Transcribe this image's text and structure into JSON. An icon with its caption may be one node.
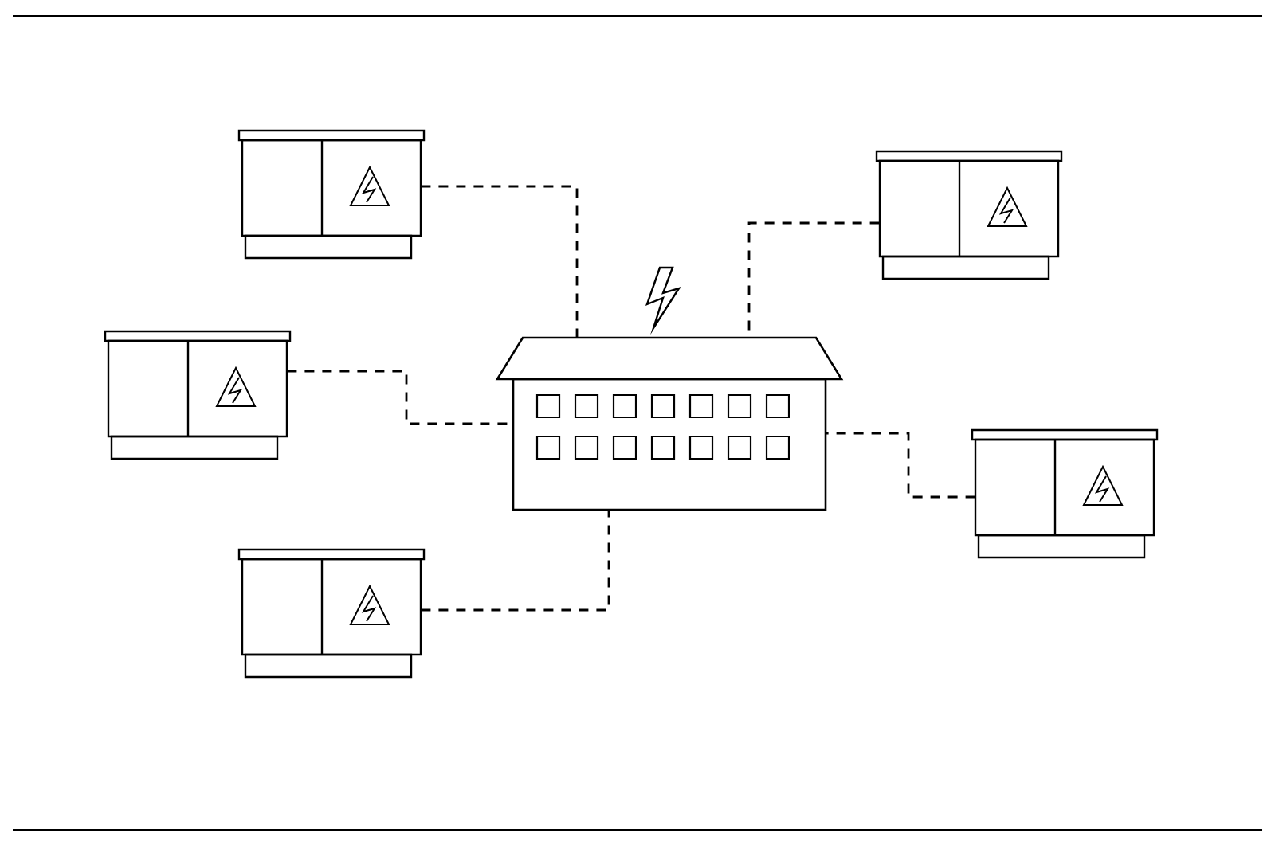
{
  "diagram": {
    "nodes": [
      {
        "text": [],
        "shape": "building"
      },
      {
        "text": [],
        "shape": "cabinet"
      },
      {
        "text": [],
        "shape": "cabinet"
      },
      {
        "text": [],
        "shape": "cabinet"
      },
      {
        "text": [],
        "shape": "cabinet"
      },
      {
        "text": [],
        "shape": "cabinet"
      }
    ],
    "edges": [
      {
        "from": 1,
        "to": 0,
        "arrow": "none",
        "style": "dashed"
      },
      {
        "from": 2,
        "to": 0,
        "arrow": "none",
        "style": "dashed"
      },
      {
        "from": 3,
        "to": 0,
        "arrow": "none",
        "style": "dashed"
      },
      {
        "from": 4,
        "to": 0,
        "arrow": "none",
        "style": "dashed"
      },
      {
        "from": 5,
        "to": 0,
        "arrow": "none",
        "style": "dashed"
      }
    ]
  }
}
